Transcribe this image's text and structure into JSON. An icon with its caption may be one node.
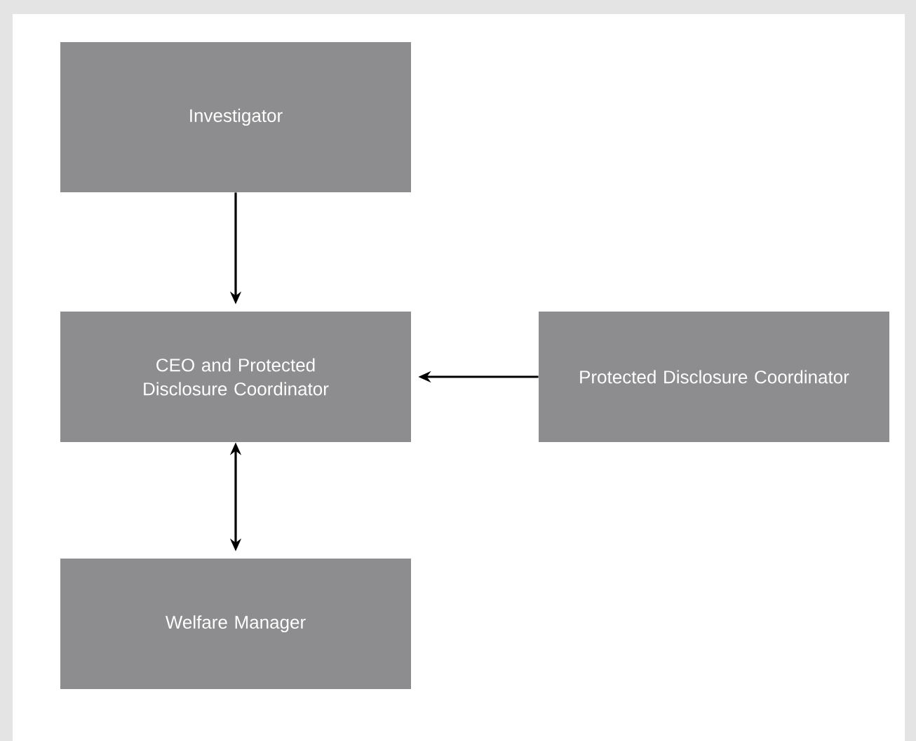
{
  "diagram": {
    "nodes": [
      {
        "text": [
          "Investigator"
        ]
      },
      {
        "text": [
          "CEO and Protected Disclosure Coordinator"
        ]
      },
      {
        "text": [
          "Protected Disclosure Coordinator"
        ]
      },
      {
        "text": [
          "Welfare Manager"
        ]
      }
    ],
    "edges": [
      {
        "from": 0,
        "to": 1,
        "arrow": "to"
      },
      {
        "from": 2,
        "to": 1,
        "arrow": "to"
      },
      {
        "from": 1,
        "to": 3,
        "arrow": "both"
      }
    ]
  }
}
